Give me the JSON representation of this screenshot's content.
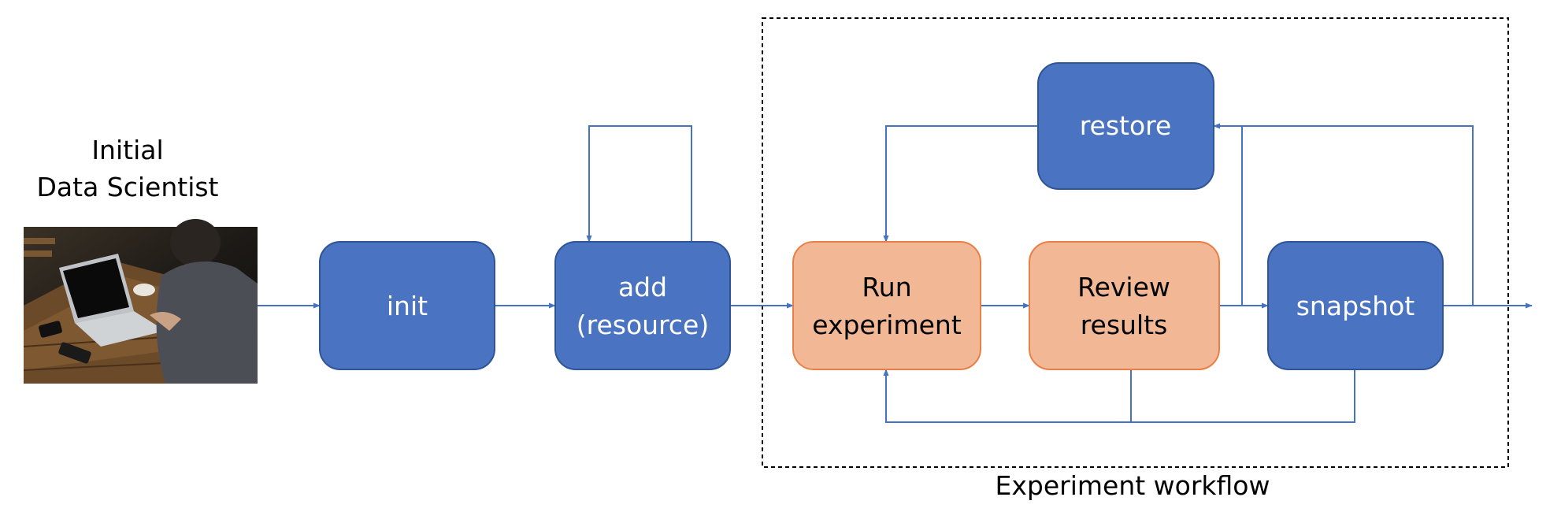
{
  "title_lines": [
    "Initial",
    "Data Scientist"
  ],
  "photo_icon": "person-with-laptop-photo",
  "nodes": {
    "init": {
      "lines": [
        "init"
      ],
      "fill": "#4a73c2",
      "stroke": "#2f5597",
      "text": "#ffffff"
    },
    "add": {
      "lines": [
        "add",
        "(resource)"
      ],
      "fill": "#4a73c2",
      "stroke": "#2f5597",
      "text": "#ffffff"
    },
    "run": {
      "lines": [
        "Run",
        "experiment"
      ],
      "fill": "#f2b896",
      "stroke": "#e97f47",
      "text": "#000000"
    },
    "review": {
      "lines": [
        "Review",
        "results"
      ],
      "fill": "#f2b896",
      "stroke": "#e97f47",
      "text": "#000000"
    },
    "snapshot": {
      "lines": [
        "snapshot"
      ],
      "fill": "#4a73c2",
      "stroke": "#2f5597",
      "text": "#ffffff"
    },
    "restore": {
      "lines": [
        "restore"
      ],
      "fill": "#4a73c2",
      "stroke": "#2f5597",
      "text": "#ffffff"
    }
  },
  "workflow_label": "Experiment workflow",
  "colors": {
    "arrow": "#4472c4",
    "frame": "#000000"
  }
}
